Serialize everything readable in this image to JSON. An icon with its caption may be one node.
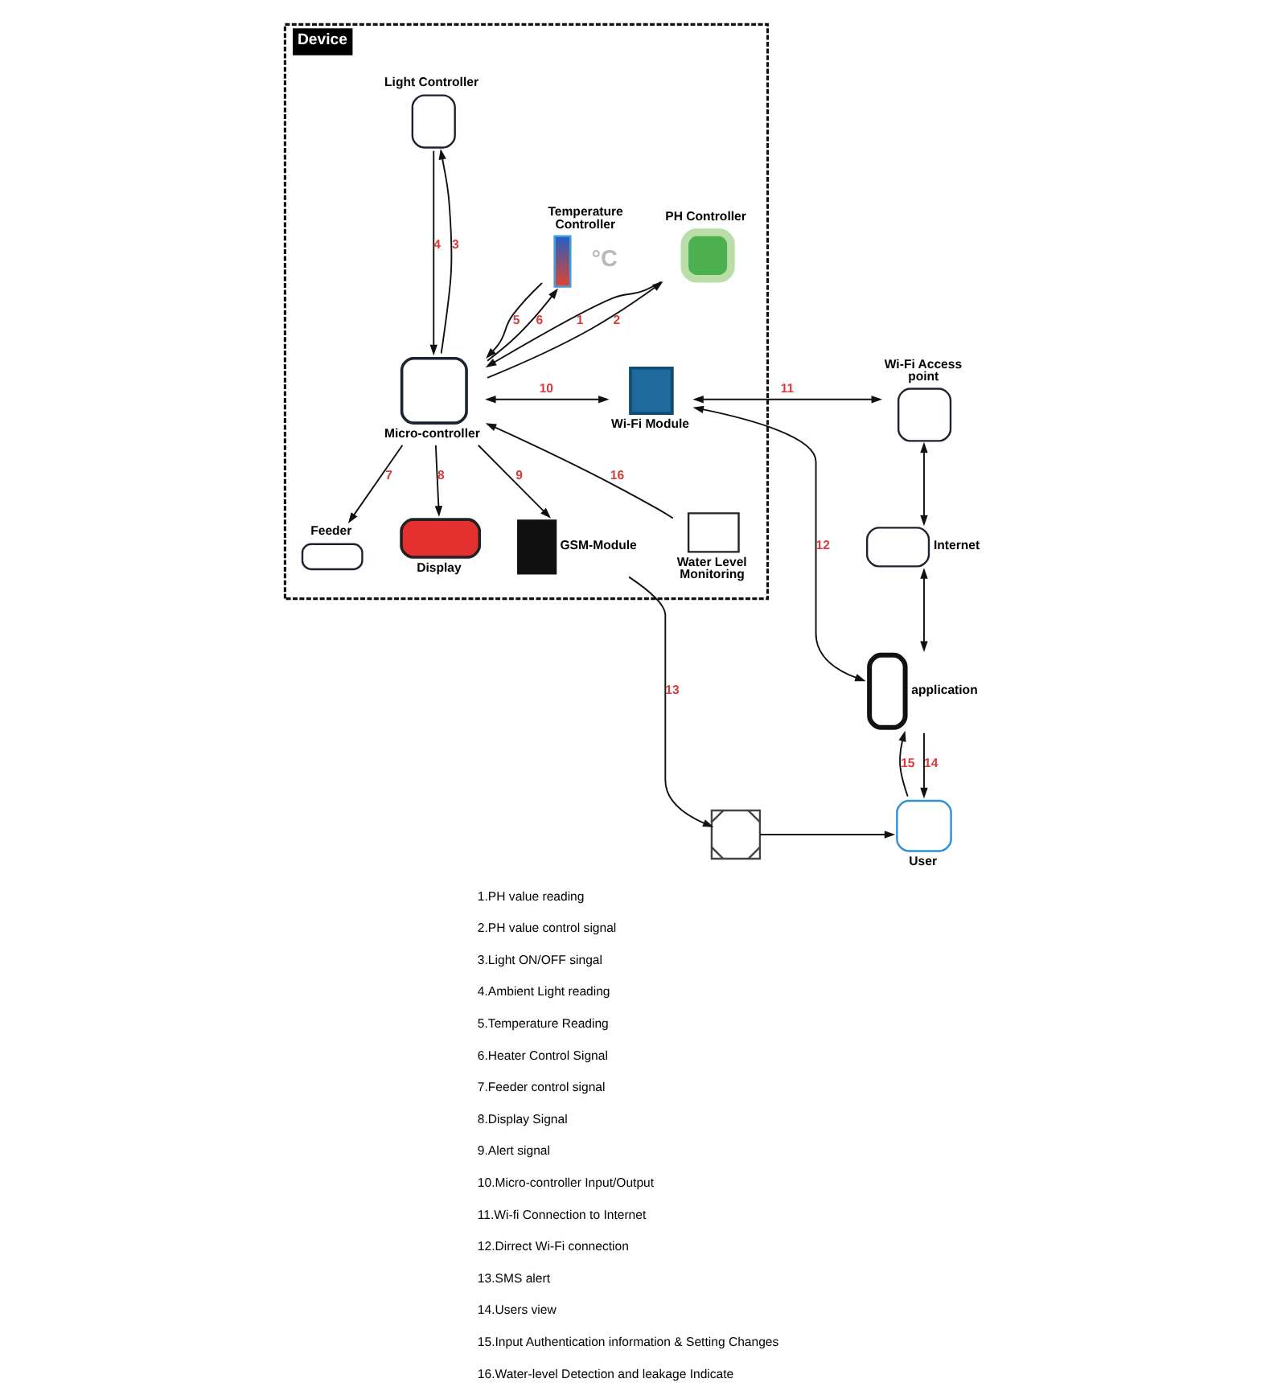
{
  "diagram": {
    "nodes": [
      {
        "text": [
          "Device"
        ]
      },
      {
        "text": [
          "Light Controller"
        ],
        "in": 0
      },
      {
        "text": [
          "Temperature Controller"
        ],
        "beside": [
          "°C"
        ],
        "in": 0
      },
      {
        "text": [
          "PH Controller"
        ],
        "in": 0
      },
      {
        "text": [
          "Micro-controller"
        ],
        "in": 0
      },
      {
        "text": [
          "Feeder"
        ],
        "in": 0
      },
      {
        "text": [
          "Wi-Fi Module"
        ],
        "in": 0
      },
      {
        "text": [
          "Display"
        ],
        "in": 0
      },
      {
        "text": [
          "Water Level Monitoring"
        ],
        "in": 0
      },
      {
        "text": [
          "GSM-Module"
        ],
        "in": 0
      },
      {
        "text": [
          "Wi-Fi Access point"
        ]
      },
      {
        "text": [
          "Internet"
        ]
      },
      {
        "text": [
          "application"
        ]
      },
      {
        "text": [
          "User"
        ]
      },
      {
        "text": [],
        "shape": "envelope"
      }
    ],
    "edges": [
      {
        "from": 2,
        "to": 4,
        "arrow": "to",
        "label": "5"
      },
      {
        "from": 4,
        "to": 2,
        "arrow": "to",
        "label": "6"
      },
      {
        "from": 1,
        "to": 4,
        "arrow": "to",
        "label": "4"
      },
      {
        "from": 4,
        "to": 1,
        "arrow": "to",
        "label": "3"
      },
      {
        "from": 3,
        "to": 4,
        "arrow": "to",
        "label": "1"
      },
      {
        "from": 4,
        "to": 3,
        "arrow": "to",
        "label": "2"
      },
      {
        "from": 4,
        "to": 5,
        "arrow": "to",
        "label": "7"
      },
      {
        "from": 4,
        "to": 6,
        "arrow": "both",
        "label": "10"
      },
      {
        "from": 4,
        "to": 7,
        "arrow": "to",
        "label": "8"
      },
      {
        "from": 8,
        "to": 4,
        "arrow": "to",
        "label": "16"
      },
      {
        "from": 4,
        "to": 9,
        "arrow": "to",
        "label": "9"
      },
      {
        "from": 6,
        "to": 10,
        "arrow": "both",
        "label": "11"
      },
      {
        "from": 6,
        "to": 12,
        "arrow": "both",
        "label": "12"
      },
      {
        "from": 10,
        "to": 11,
        "arrow": "both"
      },
      {
        "from": 11,
        "to": 12,
        "arrow": "both"
      },
      {
        "from": 9,
        "to": 14,
        "arrow": "to",
        "label": "13"
      },
      {
        "from": 14,
        "to": 13,
        "arrow": "to"
      },
      {
        "from": 12,
        "to": 13,
        "arrow": "to",
        "label": "14"
      },
      {
        "from": 13,
        "to": 12,
        "arrow": "to",
        "label": "15"
      }
    ],
    "labels": [
      "1.PH value reading",
      "2.PH value control signal",
      "3.Light ON/OFF singal",
      "4.Ambient Light reading",
      "5.Temperature Reading",
      "6.Heater Control Signal",
      "7.Feeder control signal",
      "8.Display Signal",
      "9.Alert signal",
      "10.Micro-controller Input/Output",
      "11.Wi-fi Connection to Internet",
      "12.Dirrect Wi-Fi connection",
      "13.SMS alert",
      "14.Users view",
      "15.Input Authentication information & Setting Changes",
      "16.Water-level Detection and leakage Indicate"
    ]
  }
}
